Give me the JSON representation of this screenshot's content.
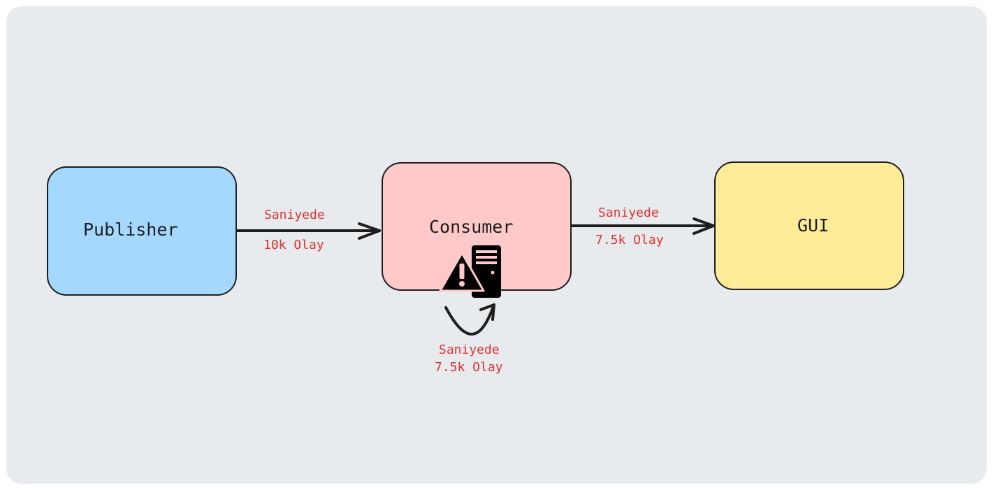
{
  "nodes": {
    "publisher": {
      "label": "Publisher",
      "color": "#a5d8ff"
    },
    "consumer": {
      "label": "Consumer",
      "color": "#ffc9c9"
    },
    "gui": {
      "label": "GUI",
      "color": "#ffec99"
    }
  },
  "edges": {
    "publisher_to_consumer": {
      "line1": "Saniyede",
      "line2": "10k Olay"
    },
    "consumer_to_gui": {
      "line1": "Saniyede",
      "line2": "7.5k Olay"
    },
    "consumer_self": {
      "line1": "Saniyede",
      "line2": "7.5k Olay"
    }
  },
  "icons": {
    "consumer_warning": "server-warning-icon"
  },
  "colors": {
    "background": "#e8ebee",
    "stroke": "#1e1e1e",
    "edge_label": "#e03131"
  }
}
